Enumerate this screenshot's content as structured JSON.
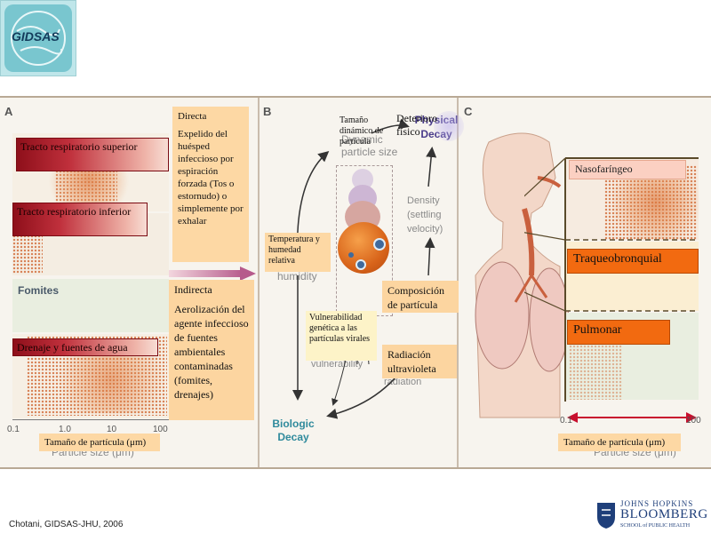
{
  "logo": {
    "text": "GIDSAS"
  },
  "panel_a": {
    "letter": "A",
    "label_upper": "Tracto respiratorio superior",
    "label_lower": "Tracto respiratorio inferior",
    "fomites": "Fomites",
    "label_water": "Drenaje y fuentes de agua",
    "direct_title": "Directa",
    "direct_body": "Expelido del huésped infeccioso por espiración forzada (Tos o estornudo) o simplemente por exhalar",
    "indirect_title": "Indirecta",
    "indirect_body": "Aerolización del agente infeccioso de fuentes ambientales contaminadas (fomites, drenajes)",
    "ticks": [
      "0.1",
      "1.0",
      "10",
      "100"
    ],
    "axis_faded": "Particle size (μm)",
    "axis_label": "Tamaño de partícula (μm)"
  },
  "panel_b": {
    "letter": "B",
    "dyn_size": "Tamaño dinámico de partícula",
    "dyn_faded": "Dynamic particle size",
    "phys_decay": "Deterioro físico",
    "phys_faded": "Physical Decay",
    "density_faded": "Density (settling velocity)",
    "temp_humidity": "Temperatura y humedad relativa",
    "humidity_faded": "humidity",
    "composition": "Composición de partícula",
    "vulnerability": "Vulnerabilidad genética a las partículas virales",
    "vuln_faded": "vulnerability",
    "uv": "Radiación ultravioleta",
    "uv_faded": "radiation",
    "bio_decay": "Biologic Decay"
  },
  "panel_c": {
    "letter": "C",
    "nasopharyngeal": "Nasofaríngeo",
    "tracheobronchial": "Traqueobronquial",
    "pulmonary": "Pulmonar",
    "tick_min": "0.1",
    "tick_max": "100",
    "axis_faded": "Particle size (μm)",
    "axis_label": "Tamaño de partícula (μm)"
  },
  "footer": {
    "credit": "Chotani, GIDSAS-JHU,  2006",
    "jh_line1": "JOHNS HOPKINS",
    "jh_line2": "BLOOMBERG",
    "jh_line3": "SCHOOL of PUBLIC HEALTH"
  }
}
